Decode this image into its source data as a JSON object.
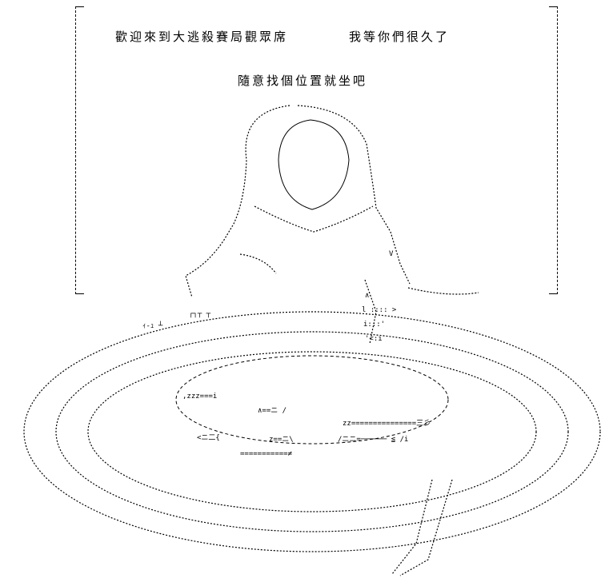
{
  "caption": {
    "line1_left": "歡迎來到大逃殺賽局觀眾席",
    "line1_right": "我等你們很久了",
    "line2": "隨意找個位置就坐吧"
  },
  "art": {
    "fragments": [
      "ｨ-ｭ ┴",
      "┌┐┬ ┬",
      ",zzz===i",
      "∧==ニ /",
      "zz===============三彡",
      "<ニ二{",
      "z==ニ\\",
      "/ニニ=────── ≦ /i",
      "===========≠",
      "V",
      "∧",
      "l :::: >",
      "i:::'",
      "'<:i"
    ]
  }
}
